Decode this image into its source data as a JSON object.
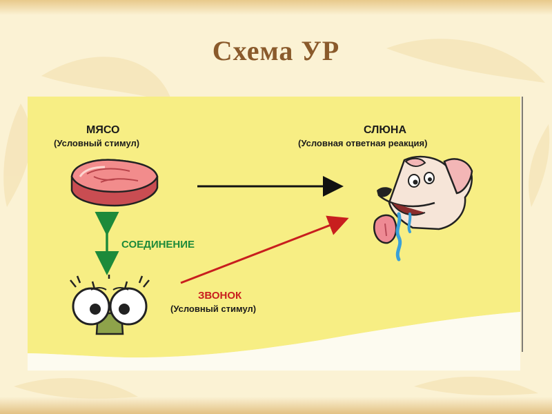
{
  "slide": {
    "title": "Схема УР"
  },
  "diagram": {
    "meat": {
      "label": "МЯСО",
      "sublabel": "(Условный стимул)"
    },
    "saliva": {
      "label": "СЛЮНА",
      "sublabel": "(Условная ответная реакция)"
    },
    "connection": {
      "label": "СОЕДИНЕНИЕ"
    },
    "bell": {
      "label": "ЗВОНОК",
      "sublabel": "(Условный стимул)"
    }
  },
  "colors": {
    "title": "#8a5a2b",
    "panel": "#f7ee84",
    "green_arrow": "#1d8a3a",
    "red_arrow": "#c81e1e",
    "black_arrow": "#111111"
  }
}
